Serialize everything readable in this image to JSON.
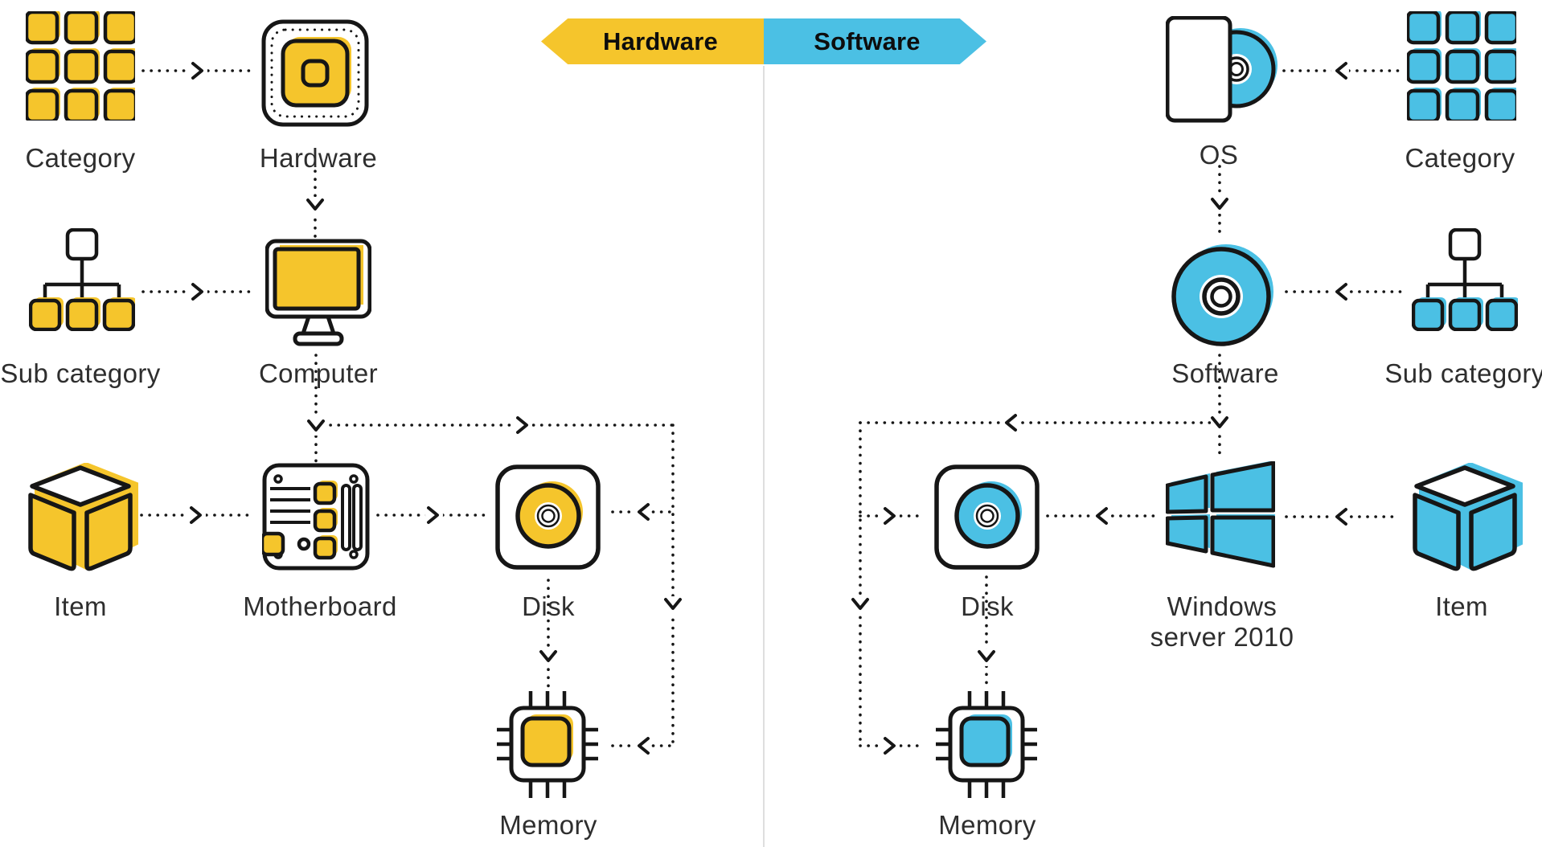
{
  "banner": {
    "hardware_label": "Hardware",
    "software_label": "Software"
  },
  "left": {
    "category_label": "Category",
    "hardware_label": "Hardware",
    "sub_category_label": "Sub category",
    "computer_label": "Computer",
    "item_label": "Item",
    "motherboard_label": "Motherboard",
    "disk_label": "Disk",
    "memory_label": "Memory"
  },
  "right": {
    "os_label": "OS",
    "category_label": "Category",
    "software_label": "Software",
    "sub_category_label": "Sub category",
    "disk_label": "Disk",
    "windows_label_line1": "Windows",
    "windows_label_line2": "server 2010",
    "item_label": "Item",
    "memory_label": "Memory"
  },
  "colors": {
    "hardware": "#F5C52C",
    "software": "#4BC0E4",
    "stroke": "#161616",
    "label": "#2e2e2e",
    "banner_text": "#0d0d0d",
    "divider": "#dedede"
  }
}
